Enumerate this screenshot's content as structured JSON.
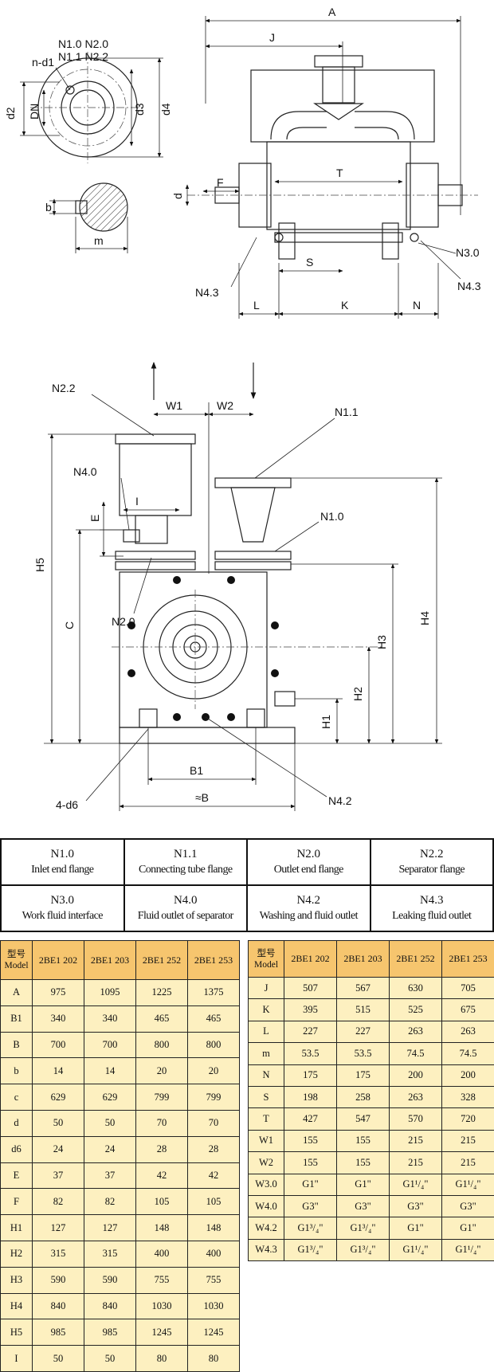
{
  "labels": {
    "top": {
      "A": "A",
      "J": "J",
      "N10_N20": "N1.0  N2.0",
      "N11_N22": "N1.1  N2.2",
      "nd1": "n-d1",
      "d2": "d2",
      "DN": "DN",
      "d3": "d3",
      "d4": "d4",
      "b": "b",
      "m": "m",
      "d": "d",
      "F": "F",
      "T": "T",
      "S": "S",
      "L": "L",
      "K": "K",
      "N": "N",
      "N30": "N3.0",
      "N43a": "N4.3",
      "N43b": "N4.3"
    },
    "front": {
      "N22": "N2.2",
      "W1": "W1",
      "W2": "W2",
      "N11": "N1.1",
      "N40": "N4.0",
      "E": "E",
      "I": "I",
      "N10": "N1.0",
      "H5": "H5",
      "C": "C",
      "N20": "N2.0",
      "H4": "H4",
      "H3": "H3",
      "H2": "H2",
      "H1": "H1",
      "B1": "B1",
      "B": "≈B",
      "d6": "4-d6",
      "N42": "N4.2"
    }
  },
  "legend": [
    [
      {
        "code": "N1.0",
        "desc": "Inlet end flange"
      },
      {
        "code": "N1.1",
        "desc": "Connecting tube flange"
      },
      {
        "code": "N2.0",
        "desc": "Outlet end flange"
      },
      {
        "code": "N2.2",
        "desc": "Separator flange"
      }
    ],
    [
      {
        "code": "N3.0",
        "desc": "Work fluid interface"
      },
      {
        "code": "N4.0",
        "desc": "Fluid outlet of separator"
      },
      {
        "code": "N4.2",
        "desc": "Washing and fluid outlet"
      },
      {
        "code": "N4.3",
        "desc": "Leaking fluid outlet"
      }
    ]
  ],
  "table_left": {
    "header": {
      "model_cn": "型号",
      "model_en": "Model",
      "cols": [
        "2BE1 202",
        "2BE1 203",
        "2BE1 252",
        "2BE1 253"
      ]
    },
    "rows": [
      [
        "A",
        "975",
        "1095",
        "1225",
        "1375"
      ],
      [
        "B1",
        "340",
        "340",
        "465",
        "465"
      ],
      [
        "B",
        "700",
        "700",
        "800",
        "800"
      ],
      [
        "b",
        "14",
        "14",
        "20",
        "20"
      ],
      [
        "c",
        "629",
        "629",
        "799",
        "799"
      ],
      [
        "d",
        "50",
        "50",
        "70",
        "70"
      ],
      [
        "d6",
        "24",
        "24",
        "28",
        "28"
      ],
      [
        "E",
        "37",
        "37",
        "42",
        "42"
      ],
      [
        "F",
        "82",
        "82",
        "105",
        "105"
      ],
      [
        "H1",
        "127",
        "127",
        "148",
        "148"
      ],
      [
        "H2",
        "315",
        "315",
        "400",
        "400"
      ],
      [
        "H3",
        "590",
        "590",
        "755",
        "755"
      ],
      [
        "H4",
        "840",
        "840",
        "1030",
        "1030"
      ],
      [
        "H5",
        "985",
        "985",
        "1245",
        "1245"
      ],
      [
        "I",
        "50",
        "50",
        "80",
        "80"
      ]
    ]
  },
  "table_right": {
    "header": {
      "model_cn": "型号",
      "model_en": "Model",
      "cols": [
        "2BE1 202",
        "2BE1 203",
        "2BE1 252",
        "2BE1 253"
      ]
    },
    "rows": [
      [
        "J",
        "507",
        "567",
        "630",
        "705"
      ],
      [
        "K",
        "395",
        "515",
        "525",
        "675"
      ],
      [
        "L",
        "227",
        "227",
        "263",
        "263"
      ],
      [
        "m",
        "53.5",
        "53.5",
        "74.5",
        "74.5"
      ],
      [
        "N",
        "175",
        "175",
        "200",
        "200"
      ],
      [
        "S",
        "198",
        "258",
        "263",
        "328"
      ],
      [
        "T",
        "427",
        "547",
        "570",
        "720"
      ],
      [
        "W1",
        "155",
        "155",
        "215",
        "215"
      ],
      [
        "W2",
        "155",
        "155",
        "215",
        "215"
      ],
      [
        "W3.0",
        "G1\"",
        "G1\"",
        "G1¹/₄\"",
        "G1¹/₄\""
      ],
      [
        "W4.0",
        "G3\"",
        "G3\"",
        "G3\"",
        "G3\""
      ],
      [
        "W4.2",
        "G1³/₄\"",
        "G1³/₄\"",
        "G1\"",
        "G1\""
      ],
      [
        "W4.3",
        "G1³/₄\"",
        "G1³/₄\"",
        "G1¹/₄\"",
        "G1¹/₄\""
      ]
    ]
  }
}
